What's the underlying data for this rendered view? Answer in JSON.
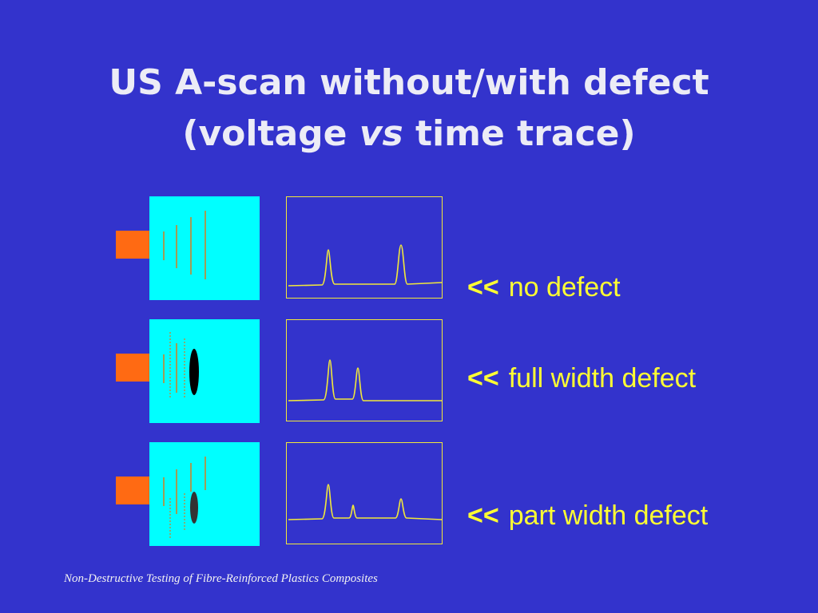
{
  "title": {
    "line1": "US A-scan without/with defect",
    "line2_pre": "(voltage ",
    "line2_em": "vs",
    "line2_post": " time trace)"
  },
  "rows": [
    {
      "arrows": "<<",
      "label": "no defect"
    },
    {
      "arrows": "<<",
      "label": "full width defect"
    },
    {
      "arrows": "<<",
      "label": "part width defect"
    }
  ],
  "footer": "Non-Destructive Testing of Fibre-Reinforced Plastics Composites",
  "colors": {
    "background": "#3333cc",
    "specimen": "#00ffff",
    "transducer": "#ff6a13",
    "trace": "#f2e83a",
    "label": "#ffff33",
    "defect_full": "#000000",
    "defect_part": "#333333"
  }
}
